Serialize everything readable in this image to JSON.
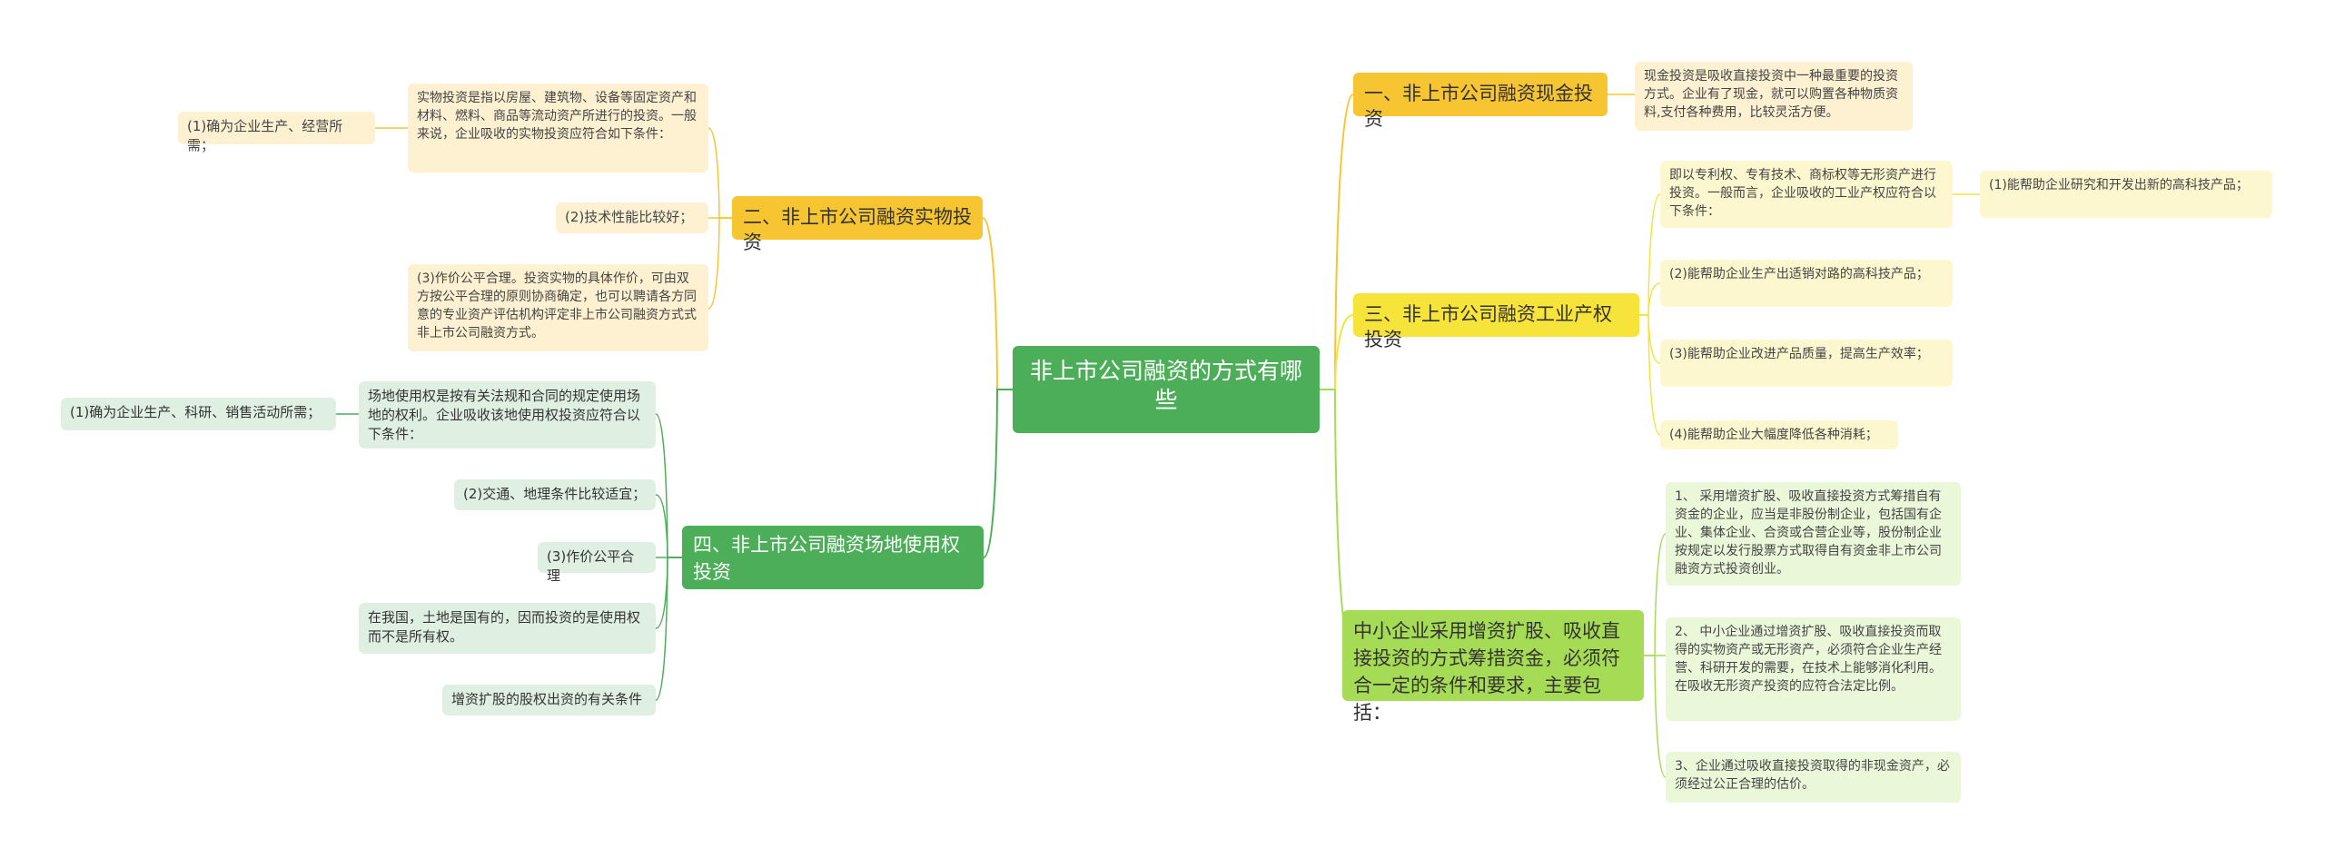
{
  "root": "非上市公司融资的方式有哪些",
  "branches": {
    "cash": {
      "title": "一、非上市公司融资现金投资",
      "desc": "现金投资是吸收直接投资中一种最重要的投资方式。企业有了现金，就可以购置各种物质资料,支付各种费用，比较灵活方便。"
    },
    "physical": {
      "title": "二、非上市公司融资实物投资",
      "desc": "实物投资是指以房屋、建筑物、设备等固定资产和材料、燃料、商品等流动资产所进行的投资。一般来说，企业吸收的实物投资应符合如下条件：",
      "sub1": "(1)确为企业生产、经营所需；",
      "cond2": "(2)技术性能比较好；",
      "cond3": "(3)作价公平合理。投资实物的具体作价，可由双方按公平合理的原则协商确定，也可以聘请各方同意的专业资产评估机构评定非上市公司融资方式式非上市公司融资方式。"
    },
    "ip": {
      "title": "三、非上市公司融资工业产权投资",
      "desc": "即以专利权、专有技术、商标权等无形资产进行投资。一般而言，企业吸收的工业产权应符合以下条件：",
      "sub1": "(1)能帮助企业研究和开发出新的高科技产品；",
      "cond2": "(2)能帮助企业生产出适销对路的高科技产品；",
      "cond3": "(3)能帮助企业改进产品质量，提高生产效率；",
      "cond4": "(4)能帮助企业大幅度降低各种消耗；"
    },
    "land": {
      "title": "四、非上市公司融资场地使用权投资",
      "desc": "场地使用权是按有关法规和合同的规定使用场地的权利。企业吸收该地使用权投资应符合以下条件：",
      "sub1": "(1)确为企业生产、科研、销售活动所需；",
      "cond2": "(2)交通、地理条件比较适宜；",
      "cond3": "(3)作价公平合理",
      "note1": "在我国，土地是国有的，因而投资的是使用权而不是所有权。",
      "note2": "增资扩股的股权出资的有关条件"
    },
    "sme": {
      "title": "中小企业采用增资扩股、吸收直接投资的方式筹措资金，必须符合一定的条件和要求，主要包括：",
      "item1": "1、 采用增资扩股、吸收直接投资方式筹措自有资金的企业，应当是非股份制企业，包括国有企业、集体企业、合资或合营企业等，股份制企业按规定以发行股票方式取得自有资金非上市公司融资方式投资创业。",
      "item2": "2、 中小企业通过增资扩股、吸收直接投资而取得的实物资产或无形资产，必须符合企业生产经营、科研开发的需要，在技术上能够消化利用。在吸收无形资产投资的应符合法定比例。",
      "item3": "3、企业通过吸收直接投资取得的非现金资产，必须经过公正合理的估价。"
    }
  },
  "colors": {
    "green": "#4cae58",
    "orange": "#f7c531",
    "yellow": "#f7e43b",
    "light_green": "#a6dc55"
  }
}
